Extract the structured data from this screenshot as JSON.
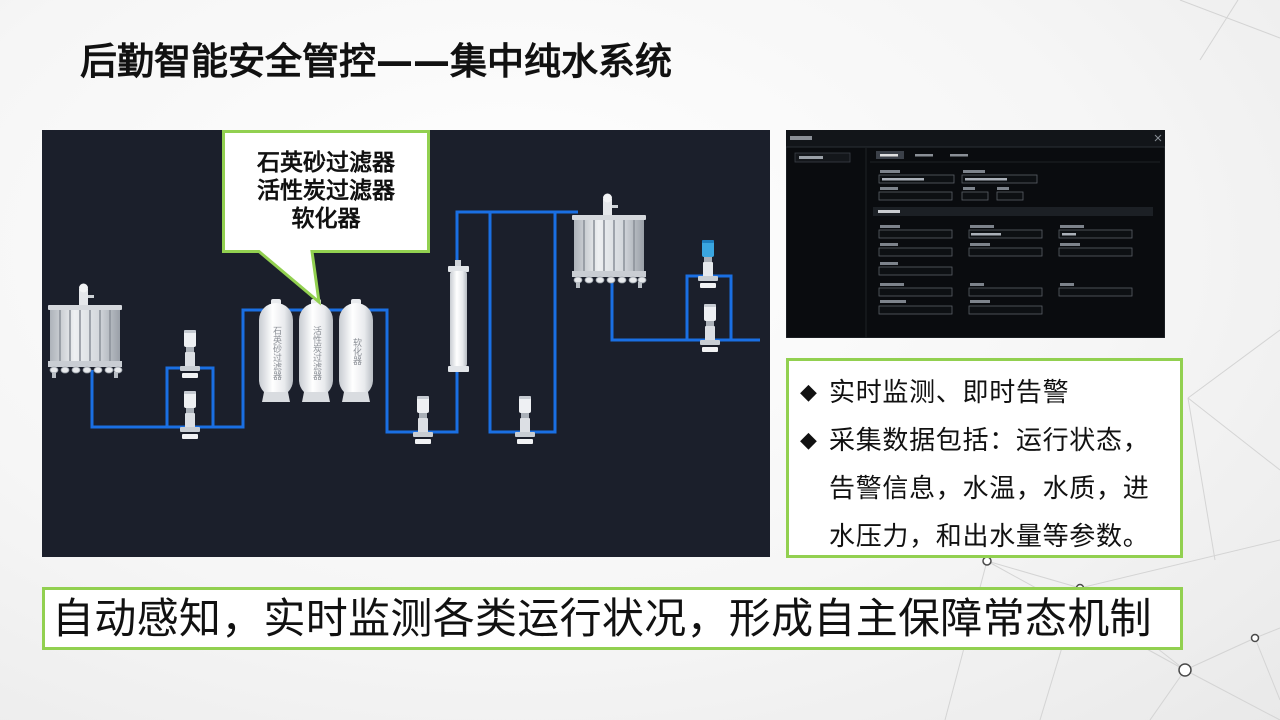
{
  "slide": {
    "title": "后勤智能安全管控——集中纯水系统"
  },
  "diagram": {
    "callout_lines": [
      "石英砂过滤器",
      "活性炭过滤器",
      "软化器"
    ],
    "filter_labels": [
      "石英砂过滤器",
      "活性炭过滤器",
      "软化器"
    ]
  },
  "features": {
    "marker": "◆",
    "bullets": [
      {
        "lines": [
          "实时监测、即时告警"
        ]
      },
      {
        "lines": [
          "采集数据包括：运行状态，",
          "告警信息，水温，水质，进",
          "水压力，和出水量等参数。"
        ]
      }
    ]
  },
  "summary": {
    "text": "自动感知，实时监测各类运行状况，形成自主保障常态机制"
  },
  "icons": {
    "bullet_marker": "diamond-icon",
    "form_close": "close-icon"
  },
  "colors": {
    "accent_green": "#92d050",
    "panel_background": "#1b1f2b",
    "pipe_blue": "#1a6fe3",
    "title_text": "#111111"
  }
}
